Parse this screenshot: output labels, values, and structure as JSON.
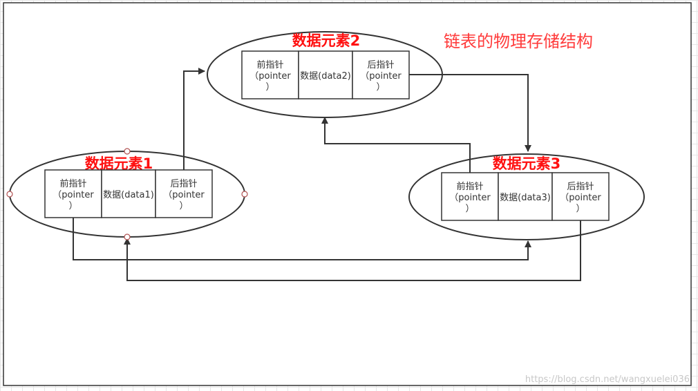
{
  "diagram": {
    "caption": "链表的物理存储结构",
    "watermark": "https://blog.csdn.net/wangxuelei036",
    "colors": {
      "title": "#ff1010",
      "caption": "#ff3b3b",
      "line": "#333333",
      "handle": "#b05050"
    },
    "nodes": [
      {
        "id": "node1",
        "title": "数据元素1",
        "prev": {
          "l1": "前指针",
          "l2": "（pointer",
          "l3": "）"
        },
        "data": "数据(data1)",
        "next": {
          "l1": "后指针",
          "l2": "（pointer",
          "l3": "）"
        }
      },
      {
        "id": "node2",
        "title": "数据元素2",
        "prev": {
          "l1": "前指针",
          "l2": "（pointer",
          "l3": "）"
        },
        "data": "数据(data2)",
        "next": {
          "l1": "后指针",
          "l2": "（pointer",
          "l3": "）"
        }
      },
      {
        "id": "node3",
        "title": "数据元素3",
        "prev": {
          "l1": "前指针",
          "l2": "（pointer",
          "l3": "）"
        },
        "data": "数据(data3)",
        "next": {
          "l1": "后指针",
          "l2": "（pointer",
          "l3": "）"
        }
      }
    ]
  }
}
